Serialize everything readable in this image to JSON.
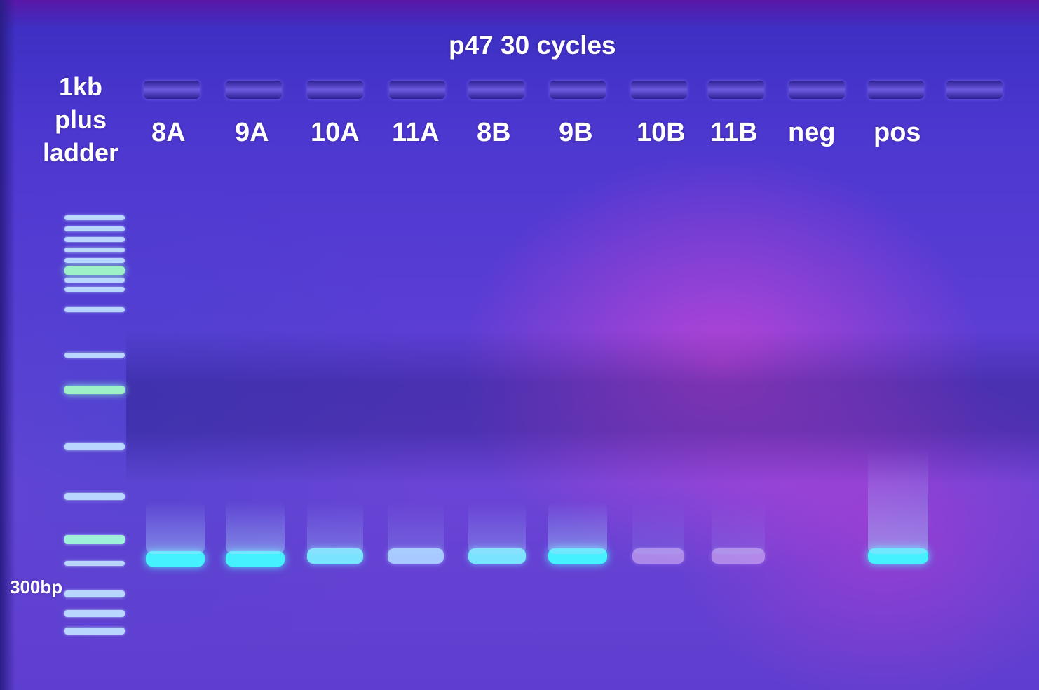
{
  "gel": {
    "title": "p47 30 cycles",
    "ladder_label": [
      "1kb",
      "plus",
      "ladder"
    ],
    "size_marker": "300bp",
    "lanes": [
      {
        "label": "8A",
        "band": "bright"
      },
      {
        "label": "9A",
        "band": "bright"
      },
      {
        "label": "10A",
        "band": "medium"
      },
      {
        "label": "11A",
        "band": "weak"
      },
      {
        "label": "8B",
        "band": "medium"
      },
      {
        "label": "9B",
        "band": "bright"
      },
      {
        "label": "10B",
        "band": "faint"
      },
      {
        "label": "11B",
        "band": "faint"
      },
      {
        "label": "neg",
        "band": "none"
      },
      {
        "label": "pos",
        "band": "bright"
      }
    ]
  },
  "colors": {
    "band_bright": "#45f0ff",
    "band_medium": "#7ae4ff",
    "band_weak": "#a7c9ff",
    "band_faint": "#c9a8f2",
    "ladder_band": "#b9d6ff",
    "ladder_band_bright": "#9ef0c6"
  }
}
